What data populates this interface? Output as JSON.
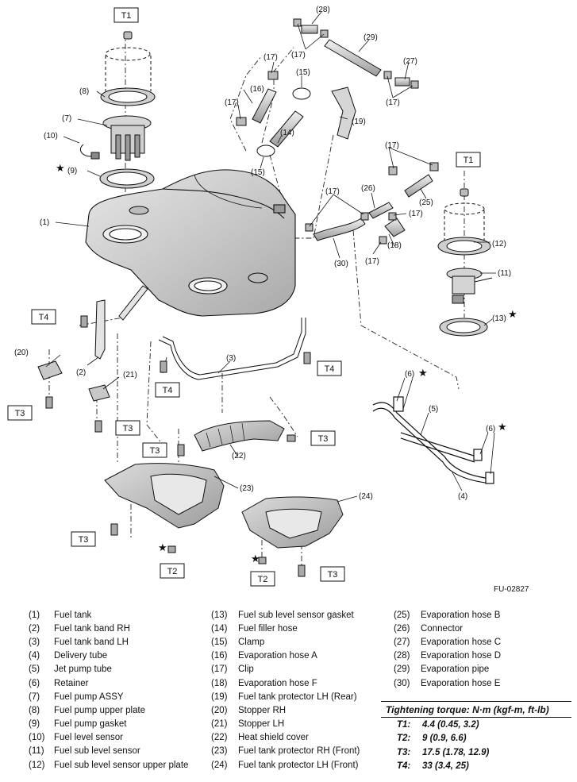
{
  "diagram_labels": {
    "p1": "(1)",
    "p2": "(2)",
    "p3": "(3)",
    "p4": "(4)",
    "p5": "(5)",
    "p6": "(6)",
    "p7": "(7)",
    "p8": "(8)",
    "p9": "(9)",
    "p10": "(10)",
    "p11": "(11)",
    "p12": "(12)",
    "p13": "(13)",
    "p14": "(14)",
    "p15": "(15)",
    "p16": "(16)",
    "p17": "(17)",
    "p18": "(18)",
    "p19": "(19)",
    "p20": "(20)",
    "p21": "(21)",
    "p22": "(22)",
    "p23": "(23)",
    "p24": "(24)",
    "p25": "(25)",
    "p26": "(26)",
    "p27": "(27)",
    "p28": "(28)",
    "p29": "(29)",
    "p30": "(30)",
    "t1": "T1",
    "t2": "T2",
    "t3": "T3",
    "t4": "T4",
    "star": "★"
  },
  "figure_id": "FU-02827",
  "legend": {
    "col1": [
      {
        "num": "(1)",
        "text": "Fuel tank"
      },
      {
        "num": "(2)",
        "text": "Fuel tank band RH"
      },
      {
        "num": "(3)",
        "text": "Fuel tank band LH"
      },
      {
        "num": "(4)",
        "text": "Delivery tube"
      },
      {
        "num": "(5)",
        "text": "Jet pump tube"
      },
      {
        "num": "(6)",
        "text": "Retainer"
      },
      {
        "num": "(7)",
        "text": "Fuel pump ASSY"
      },
      {
        "num": "(8)",
        "text": "Fuel pump upper plate"
      },
      {
        "num": "(9)",
        "text": "Fuel pump gasket"
      },
      {
        "num": "(10)",
        "text": "Fuel level sensor"
      },
      {
        "num": "(11)",
        "text": "Fuel sub level sensor"
      },
      {
        "num": "(12)",
        "text": "Fuel sub level sensor upper plate"
      }
    ],
    "col2": [
      {
        "num": "(13)",
        "text": "Fuel sub level sensor gasket"
      },
      {
        "num": "(14)",
        "text": "Fuel filler hose"
      },
      {
        "num": "(15)",
        "text": "Clamp"
      },
      {
        "num": "(16)",
        "text": "Evaporation hose A"
      },
      {
        "num": "(17)",
        "text": "Clip"
      },
      {
        "num": "(18)",
        "text": "Evaporation hose F"
      },
      {
        "num": "(19)",
        "text": "Fuel tank protector LH (Rear)"
      },
      {
        "num": "(20)",
        "text": "Stopper RH"
      },
      {
        "num": "(21)",
        "text": "Stopper LH"
      },
      {
        "num": "(22)",
        "text": "Heat shield cover"
      },
      {
        "num": "(23)",
        "text": "Fuel tank protector RH (Front)"
      },
      {
        "num": "(24)",
        "text": "Fuel tank protector LH (Front)"
      }
    ],
    "col3": [
      {
        "num": "(25)",
        "text": "Evaporation hose B"
      },
      {
        "num": "(26)",
        "text": "Connector"
      },
      {
        "num": "(27)",
        "text": "Evaporation hose C"
      },
      {
        "num": "(28)",
        "text": "Evaporation hose D"
      },
      {
        "num": "(29)",
        "text": "Evaporation pipe"
      },
      {
        "num": "(30)",
        "text": "Evaporation hose E"
      }
    ]
  },
  "torque": {
    "header": "Tightening torque: N·m (kgf-m, ft-lb)",
    "rows": [
      {
        "key": "T1:",
        "value": "4.4 (0.45, 3.2)"
      },
      {
        "key": "T2:",
        "value": "9 (0.9, 6.6)"
      },
      {
        "key": "T3:",
        "value": "17.5 (1.78, 12.9)"
      },
      {
        "key": "T4:",
        "value": "33 (3.4, 25)"
      }
    ]
  }
}
